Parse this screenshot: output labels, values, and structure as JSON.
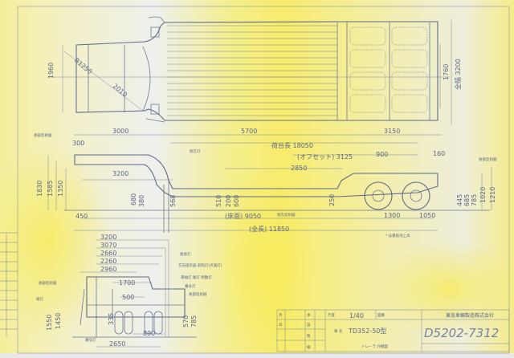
{
  "drawing": {
    "company": "東急車輛製造株式会社",
    "drawing_number": "D5202-7312",
    "model": "TD352-50型",
    "model_prefix": "車 名",
    "title": "トレーラ 外観図",
    "scale_label": "尺度",
    "scale": "1/40",
    "figure_label": "図番",
    "approval_rows": [
      "月",
      "日",
      "承",
      "設",
      "製",
      "検"
    ]
  },
  "plan_view": {
    "dims": {
      "width_front": "1960",
      "radius": "R1250",
      "diag": "2010",
      "inner_width": "1760",
      "overall_width": "全幅 3200"
    }
  },
  "side_view": {
    "dims": {
      "gooseneck": "3000",
      "deck": "5700",
      "rear": "3150",
      "load_length": "荷台長 18050",
      "offset": "(オフセット) 3125",
      "d900": "900",
      "d160": "160",
      "d2850": "2850",
      "d3200": "3200",
      "d300": "300",
      "h1830": "1830",
      "h1585": "1585",
      "h1350": "1350",
      "h680": "680",
      "h380": "380",
      "h568": "568",
      "h510": "510",
      "h200": "200",
      "h600": "600",
      "h250": "250",
      "h445": "445",
      "h685": "685",
      "h785": "785",
      "h1020": "1020",
      "h1210": "1210",
      "d450": "450",
      "floor": "(床面) 9050",
      "d1300": "1300",
      "d1050": "1050",
      "overall": "(全長) 11850"
    },
    "labels": {
      "front_reflector": "後部反射器",
      "side_marker": "側方灯",
      "side_reflector": "側方反射器",
      "rear_reflector": "後部反射器"
    },
    "note": "* は最低地上高"
  },
  "rear_view": {
    "dims": {
      "w3200": "3200",
      "w3070": "3070",
      "w2660": "2660",
      "w2260": "2260",
      "w2960": "2960",
      "w1700": "1700",
      "w500": "500",
      "h1550": "1550",
      "h1450": "1450",
      "h335": "335",
      "h570": "570",
      "h785": "785",
      "w890": "890",
      "w2650": "2650"
    },
    "labels": [
      "後部反射器",
      "尾灯",
      "後退灯",
      "方向指示器 前照灯(点滅灯)",
      "車幅灯 尾灯 制動灯",
      "番号灯",
      "後部反射器",
      "番号灯"
    ]
  },
  "colors": {
    "paper_yellow": "#f7ee7a",
    "paper_light": "#eef0f4",
    "ink": "#6d7896"
  }
}
